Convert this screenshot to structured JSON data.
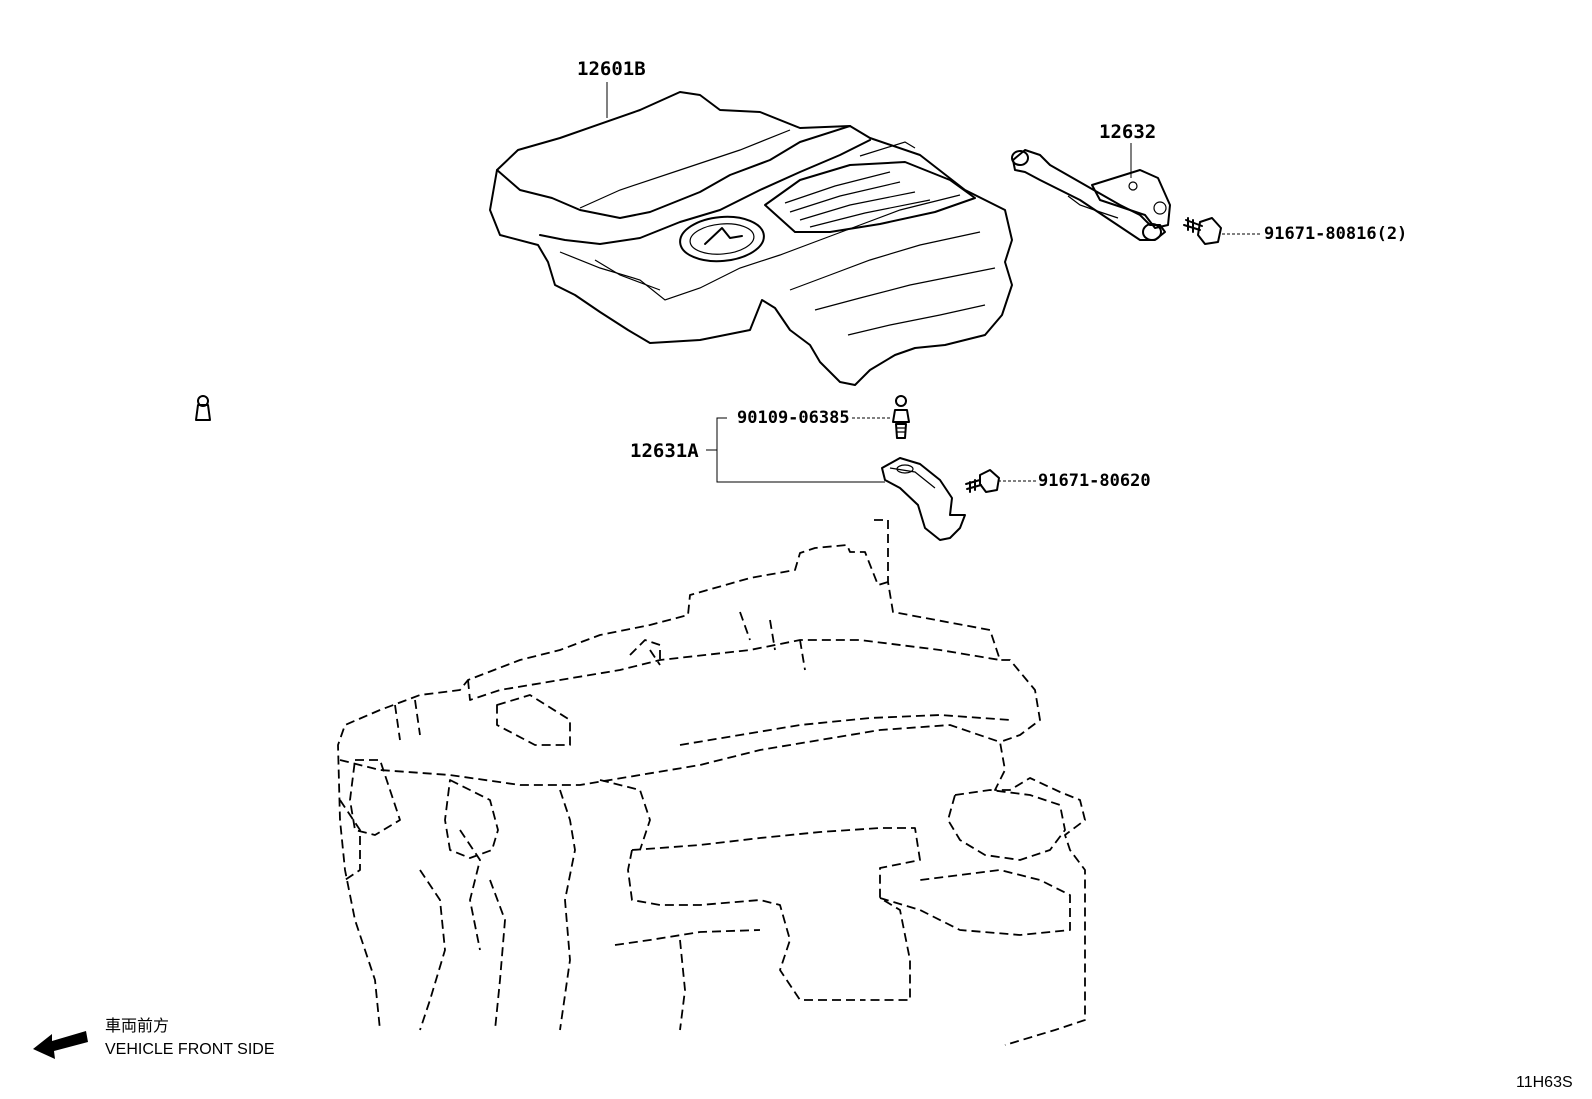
{
  "labels": {
    "engine_cover": "12601B",
    "bracket_assy": "12631A",
    "pin": "90109-06385",
    "bolt_bracket": "91671-80620",
    "stay": "12632",
    "bolt_stay": "91671-80816(2)"
  },
  "direction": {
    "japanese": "車両前方",
    "english": "VEHICLE FRONT SIDE"
  },
  "figure_code": "11H63S"
}
